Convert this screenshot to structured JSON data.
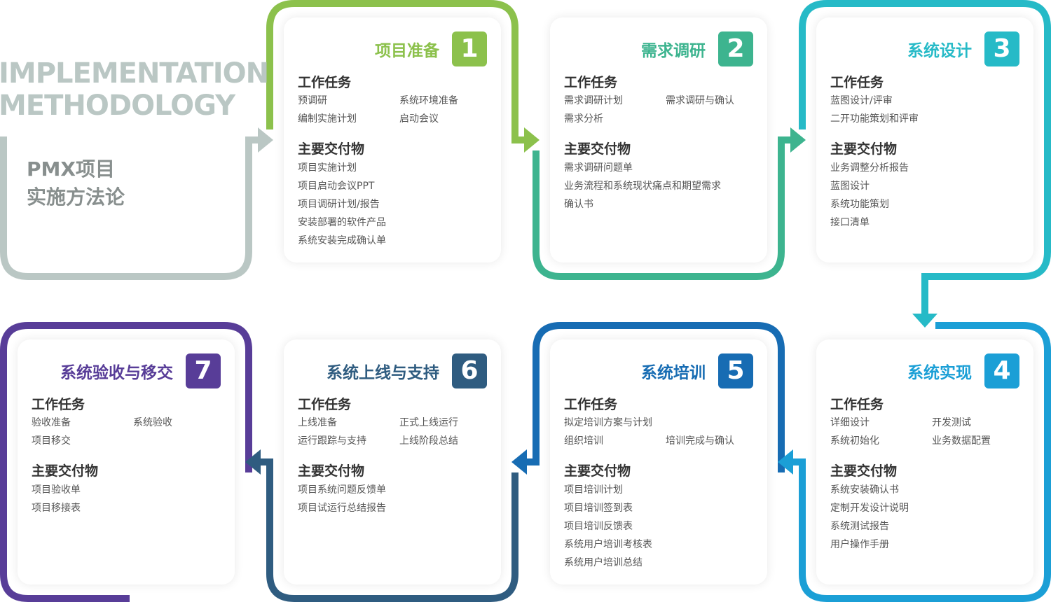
{
  "intro": {
    "title_en": [
      "IMPLEMENTATION",
      "METHODOLOGY"
    ],
    "title_cn": [
      "PMX项目",
      "实施方法论"
    ]
  },
  "labels": {
    "tasks": "工作任务",
    "deliverables": "主要交付物"
  },
  "colors": {
    "intro": "#bac7c4",
    "phase1": "#8cc14c",
    "phase2": "#3db48f",
    "phase3": "#26bac7",
    "phase4": "#1b9fd6",
    "phase5": "#176cb3",
    "phase6": "#2f5c80",
    "phase7": "#583d98"
  },
  "phases": [
    {
      "num": "1",
      "title": "项目准备",
      "tasks": [
        "预调研",
        "系统环境准备",
        "编制实施计划",
        "启动会议"
      ],
      "deliverables": [
        "项目实施计划",
        "项目启动会议PPT",
        "项目调研计划/报告",
        "安装部署的软件产品",
        "系统安装完成确认单"
      ]
    },
    {
      "num": "2",
      "title": "需求调研",
      "tasks": [
        "需求调研计划",
        "需求调研与确认",
        "需求分析"
      ],
      "deliverables": [
        "需求调研问题单",
        "业务流程和系统现状痛点和期望需求",
        "确认书"
      ]
    },
    {
      "num": "3",
      "title": "系统设计",
      "tasks": [
        "蓝图设计/评审",
        "二开功能策划和评审"
      ],
      "deliverables": [
        "业务调整分析报告",
        "蓝图设计",
        "系统功能策划",
        "接口清单"
      ]
    },
    {
      "num": "4",
      "title": "系统实现",
      "tasks": [
        "详细设计",
        "开发测试",
        "系统初始化",
        "业务数据配置"
      ],
      "deliverables": [
        "系统安装确认书",
        "定制开发设计说明",
        "系统测试报告",
        "用户操作手册"
      ]
    },
    {
      "num": "5",
      "title": "系统培训",
      "tasks": [
        "拟定培训方案与计划",
        "",
        "组织培训",
        "培训完成与确认"
      ],
      "deliverables": [
        "项目培训计划",
        "项目培训签到表",
        "项目培训反馈表",
        "系统用户培训考核表",
        "系统用户培训总结"
      ]
    },
    {
      "num": "6",
      "title": "系统上线与支持",
      "tasks": [
        "上线准备",
        "正式上线运行",
        "运行跟踪与支持",
        "上线阶段总结"
      ],
      "deliverables": [
        "项目系统问题反馈单",
        "项目试运行总结报告"
      ]
    },
    {
      "num": "7",
      "title": "系统验收与移交",
      "tasks": [
        "验收准备",
        "系统验收",
        "项目移交"
      ],
      "deliverables": [
        "项目验收单",
        "项目移接表"
      ]
    }
  ]
}
